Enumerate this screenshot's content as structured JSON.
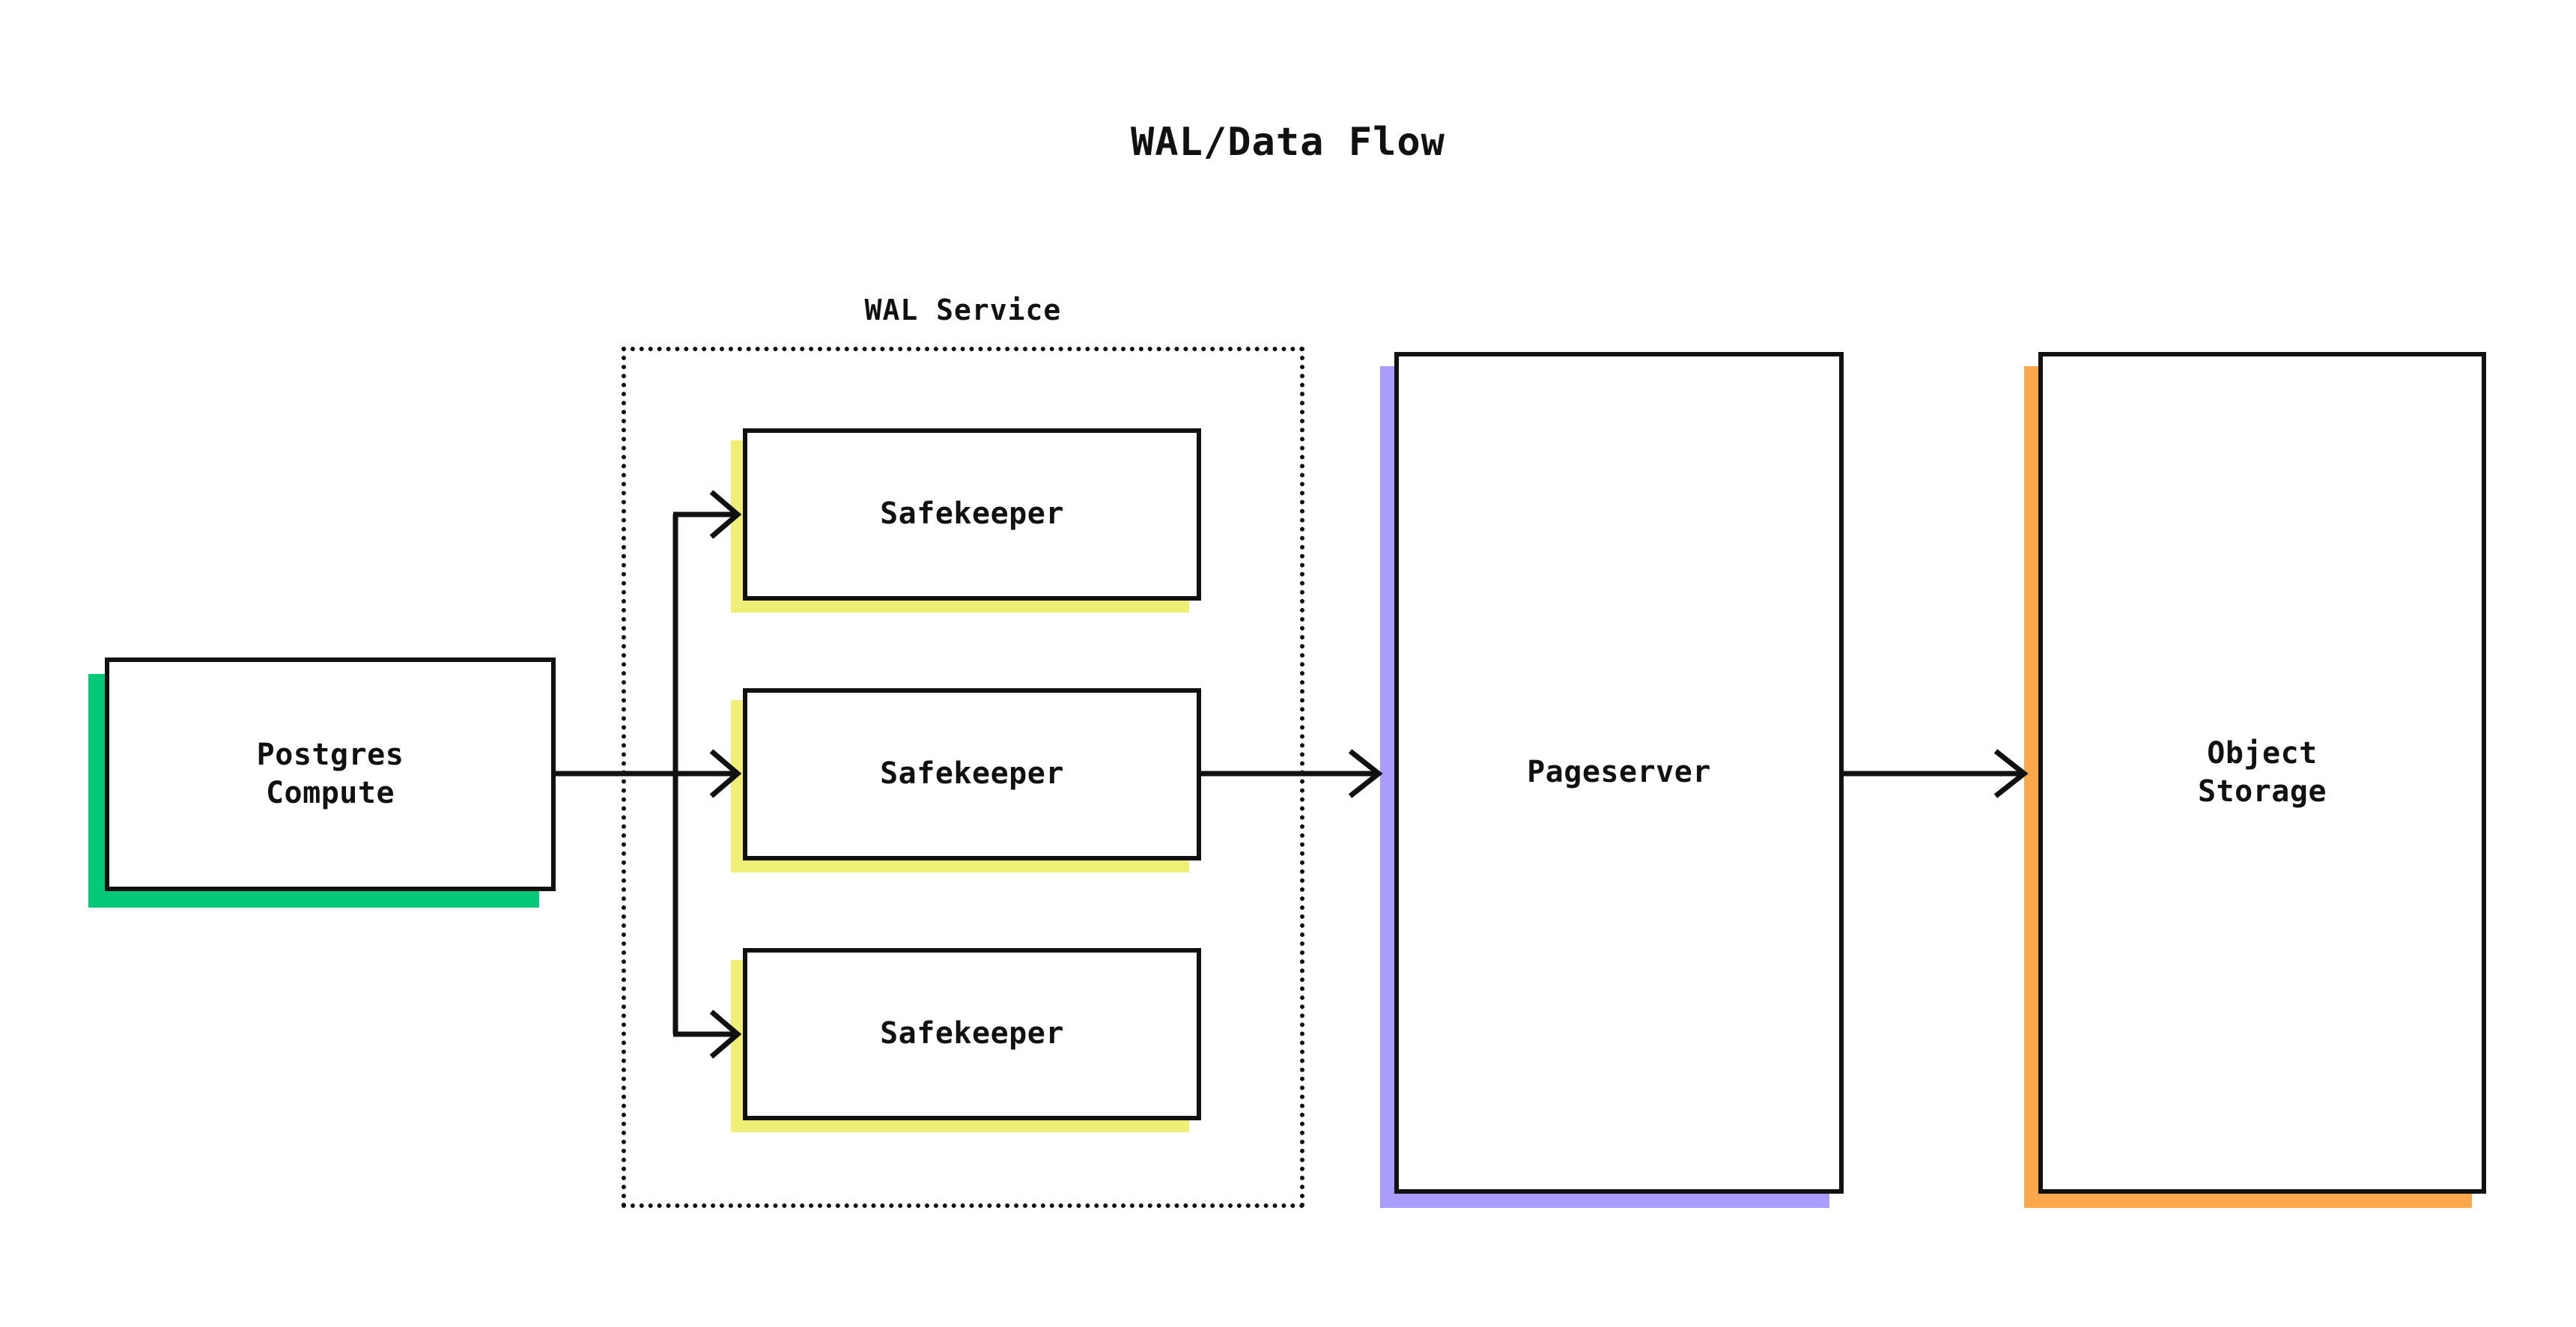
{
  "diagram": {
    "title": "WAL/Data Flow",
    "type": "flow-diagram",
    "background_color": "#ffffff",
    "stroke_color": "#111111"
  },
  "group": {
    "label": "WAL Service",
    "border_style": "dotted"
  },
  "nodes": {
    "postgres_compute": {
      "label": "Postgres\nCompute",
      "shadow_color": "#05C878"
    },
    "safekeeper_1": {
      "label": "Safekeeper",
      "shadow_color": "#EFEE77"
    },
    "safekeeper_2": {
      "label": "Safekeeper",
      "shadow_color": "#EFEE77"
    },
    "safekeeper_3": {
      "label": "Safekeeper",
      "shadow_color": "#EFEE77"
    },
    "pageserver": {
      "label": "Pageserver",
      "shadow_color": "#AA9CFC"
    },
    "object_storage": {
      "label": "Object\nStorage",
      "shadow_color": "#FBA84C"
    }
  },
  "edges": [
    {
      "from": "postgres_compute",
      "to": "safekeeper_1",
      "label": ""
    },
    {
      "from": "postgres_compute",
      "to": "safekeeper_2",
      "label": ""
    },
    {
      "from": "postgres_compute",
      "to": "safekeeper_3",
      "label": ""
    },
    {
      "from": "safekeeper_2",
      "to": "pageserver",
      "label": ""
    },
    {
      "from": "pageserver",
      "to": "object_storage",
      "label": ""
    }
  ]
}
